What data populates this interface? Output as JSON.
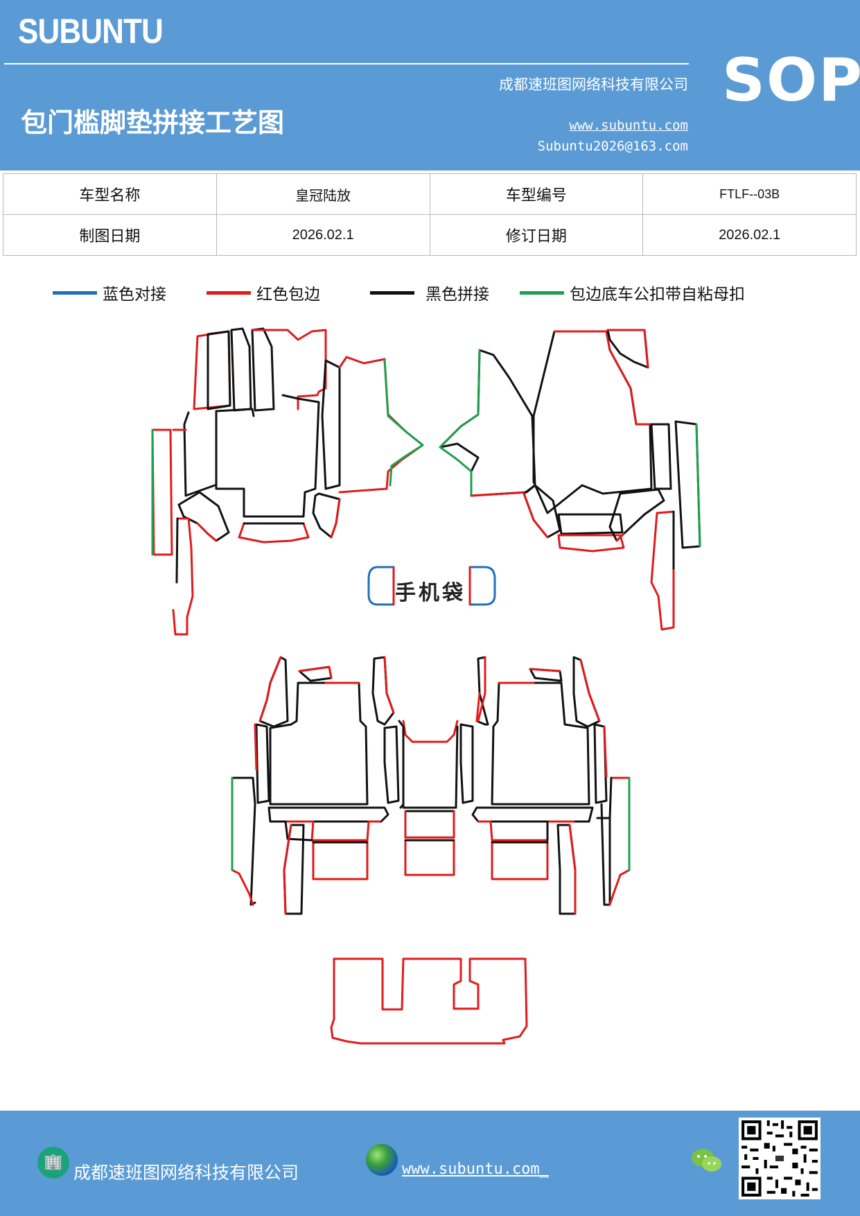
{
  "header": {
    "brand": "SUBUNTU",
    "title": "包门槛脚垫拼接工艺图",
    "company": "成都速班图网络科技有限公司",
    "website": "www.subuntu.com",
    "email": "Subuntu2026@163.com",
    "badge": "SOP"
  },
  "info": {
    "model_name_label": "车型名称",
    "model_name_value": "皇冠陆放",
    "model_code_label": "车型编号",
    "model_code_value": "FTLF--03B",
    "draw_date_label": "制图日期",
    "draw_date_value": "2026.02.1",
    "revise_date_label": "修订日期",
    "revise_date_value": "2026.02.1"
  },
  "legend": [
    {
      "label": "蓝色对接",
      "color": "#1f6fbf"
    },
    {
      "label": "红色包边",
      "color": "#e01b1b"
    },
    {
      "label": "黑色拼接",
      "color": "#111111"
    },
    {
      "label": "包边底车公扣带自粘母扣",
      "color": "#1ea04f"
    }
  ],
  "diagram": {
    "phone_pocket_label": "手机袋"
  },
  "footer": {
    "company": "成都速班图网络科技有限公司",
    "website": "www.subuntu.com_"
  }
}
